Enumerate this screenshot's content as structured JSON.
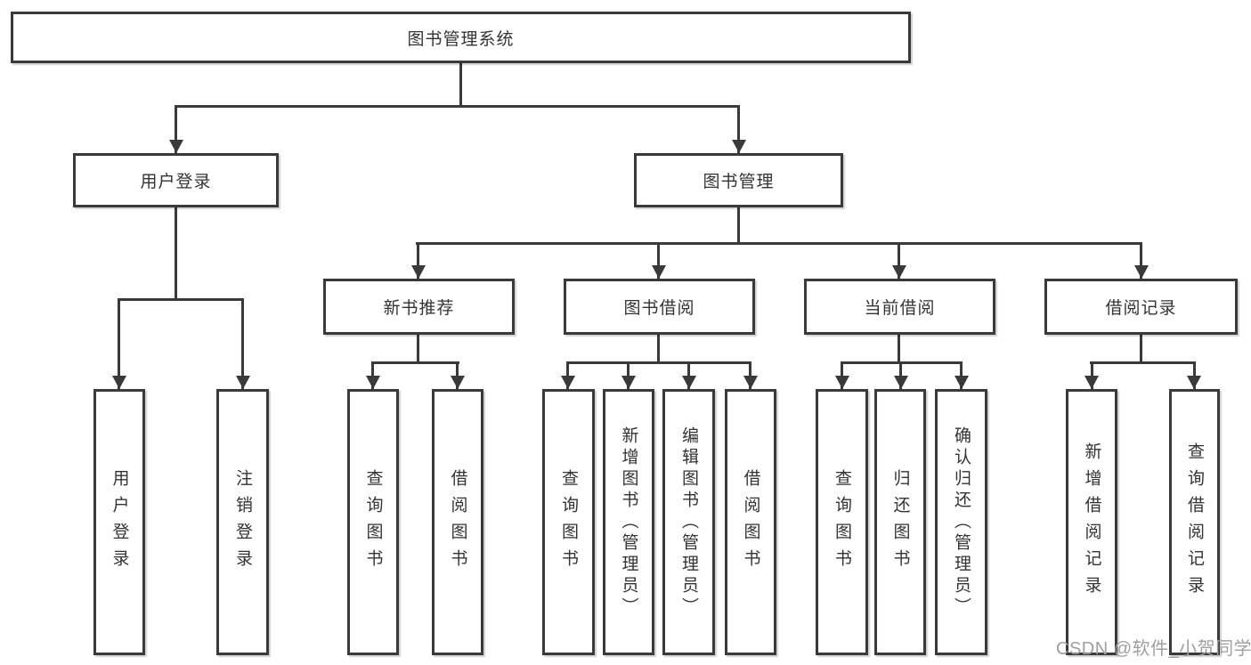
{
  "tree": {
    "root": {
      "label": "图书管理系统",
      "children": [
        {
          "label": "用户登录",
          "children": [
            {
              "label": "用户登录"
            },
            {
              "label": "注销登录"
            }
          ]
        },
        {
          "label": "图书管理",
          "children": [
            {
              "label": "新书推荐",
              "children": [
                {
                  "label": "查询图书"
                },
                {
                  "label": "借阅图书"
                }
              ]
            },
            {
              "label": "图书借阅",
              "children": [
                {
                  "label": "查询图书"
                },
                {
                  "label": "新增图书（管理员）"
                },
                {
                  "label": "编辑图书（管理员）"
                },
                {
                  "label": "借阅图书"
                }
              ]
            },
            {
              "label": "当前借阅",
              "children": [
                {
                  "label": "查询图书"
                },
                {
                  "label": "归还图书"
                },
                {
                  "label": "确认归还（管理员）"
                }
              ]
            },
            {
              "label": "借阅记录",
              "children": [
                {
                  "label": "新增借阅记录"
                },
                {
                  "label": "查询借阅记录"
                }
              ]
            }
          ]
        }
      ]
    }
  },
  "watermark": {
    "text": "CSDN @软件_小贺同学"
  },
  "colors": {
    "line": "#3a3a3a",
    "box_border": "#3a3a3a",
    "text": "#333333",
    "background": "#ffffff",
    "watermark": "#9f9f9f"
  }
}
